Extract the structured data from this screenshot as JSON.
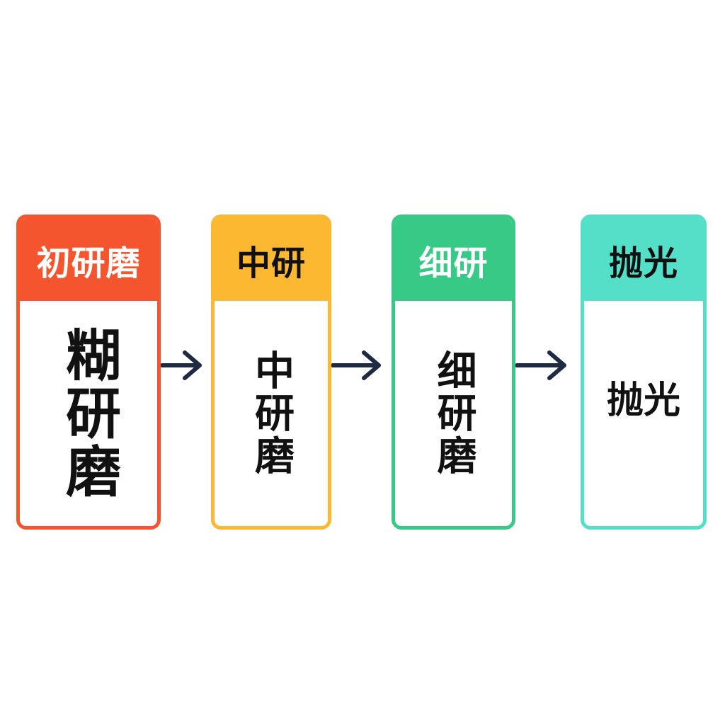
{
  "stages": [
    {
      "header": "初研磨",
      "body": "糊研磨",
      "color": "#f5552e"
    },
    {
      "header": "中研",
      "body": "中研磨",
      "color": "#fbb830"
    },
    {
      "header": "细研",
      "body": "细研磨",
      "color": "#37c986"
    },
    {
      "header": "抛光",
      "body": "抛光",
      "color": "#53dfc8"
    }
  ],
  "arrow_color": "#1f2a44"
}
